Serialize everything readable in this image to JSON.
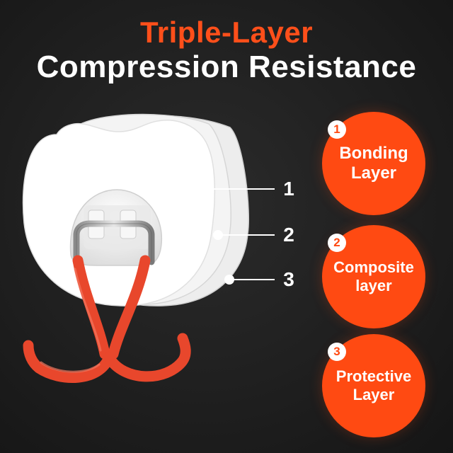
{
  "headline": {
    "line1": "Triple-Layer",
    "line2": "Compression Resistance"
  },
  "callouts": [
    {
      "number": "1",
      "badge": "1",
      "label": "Bonding\nLayer"
    },
    {
      "number": "2",
      "badge": "2",
      "label": "Composite\nlayer"
    },
    {
      "number": "3",
      "badge": "3",
      "label": "Protective\nLayer"
    }
  ],
  "colors": {
    "accent": "#ff4a12",
    "headline_accent": "#ff4f1a",
    "hook": "#e8472c",
    "background": "#1f1f1f",
    "text": "#ffffff"
  }
}
